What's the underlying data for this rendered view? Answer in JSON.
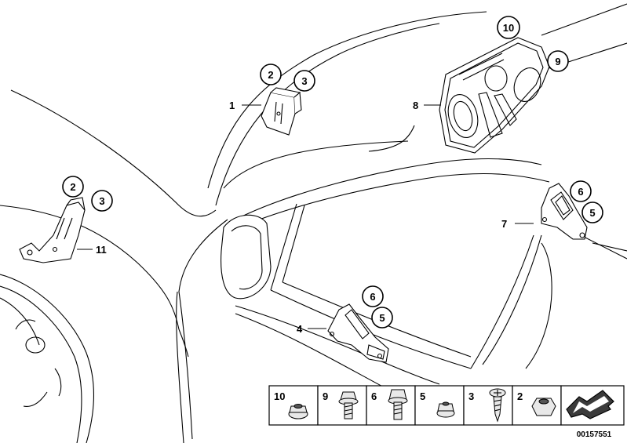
{
  "diagram": {
    "callouts": {
      "c1": "1",
      "c2a": "2",
      "c3a": "3",
      "c2b": "2",
      "c3b": "3",
      "c11": "11",
      "c8": "8",
      "c9": "9",
      "c10": "10",
      "c7": "7",
      "c6a": "6",
      "c5a": "5",
      "c4": "4",
      "c6b": "6",
      "c5b": "5"
    },
    "legend": {
      "items": [
        {
          "num": "10",
          "icon": "flange-nut-icon"
        },
        {
          "num": "9",
          "icon": "hex-bolt-washer-icon"
        },
        {
          "num": "6",
          "icon": "hex-bolt-icon"
        },
        {
          "num": "5",
          "icon": "flange-nut-small-icon"
        },
        {
          "num": "3",
          "icon": "self-tapping-screw-icon"
        },
        {
          "num": "2",
          "icon": "hex-nut-icon"
        }
      ]
    },
    "doc_number": "00157551"
  }
}
